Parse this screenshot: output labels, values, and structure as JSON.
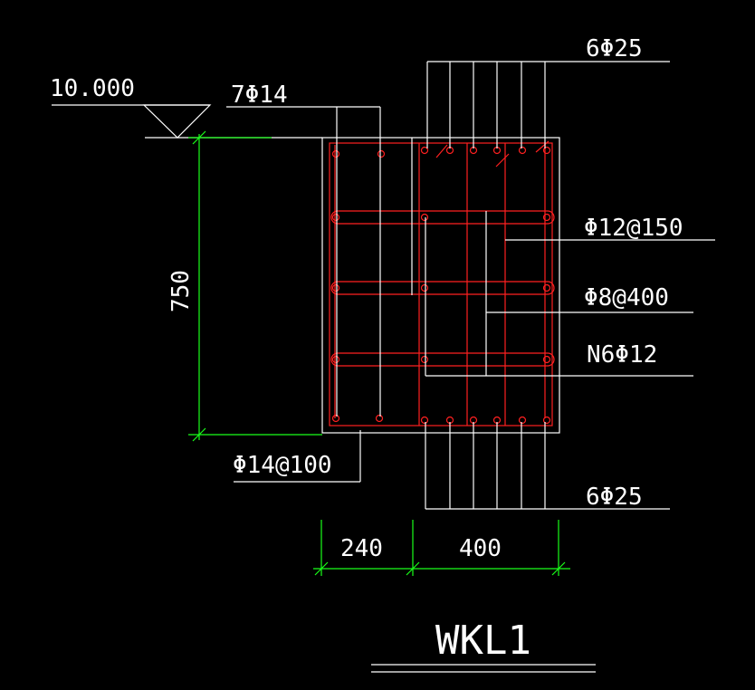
{
  "colors": {
    "background": "#000000",
    "outline": "#ffffff",
    "rebar": "#ff2020",
    "dimension": "#19ff19",
    "text": "#ffffff"
  },
  "elevation": {
    "value": "10.000"
  },
  "dimensions": {
    "height": "750",
    "width_left": "240",
    "width_right": "400"
  },
  "callouts": {
    "top_bars": "6Φ25",
    "side_bars": "7Φ14",
    "stirrups_beam": "Φ12@150",
    "ties": "Φ8@400",
    "waist_bars": "N6Φ12",
    "stirrups_slab": "Φ14@100",
    "bottom_bars": "6Φ25"
  },
  "section_title": "WKL1"
}
